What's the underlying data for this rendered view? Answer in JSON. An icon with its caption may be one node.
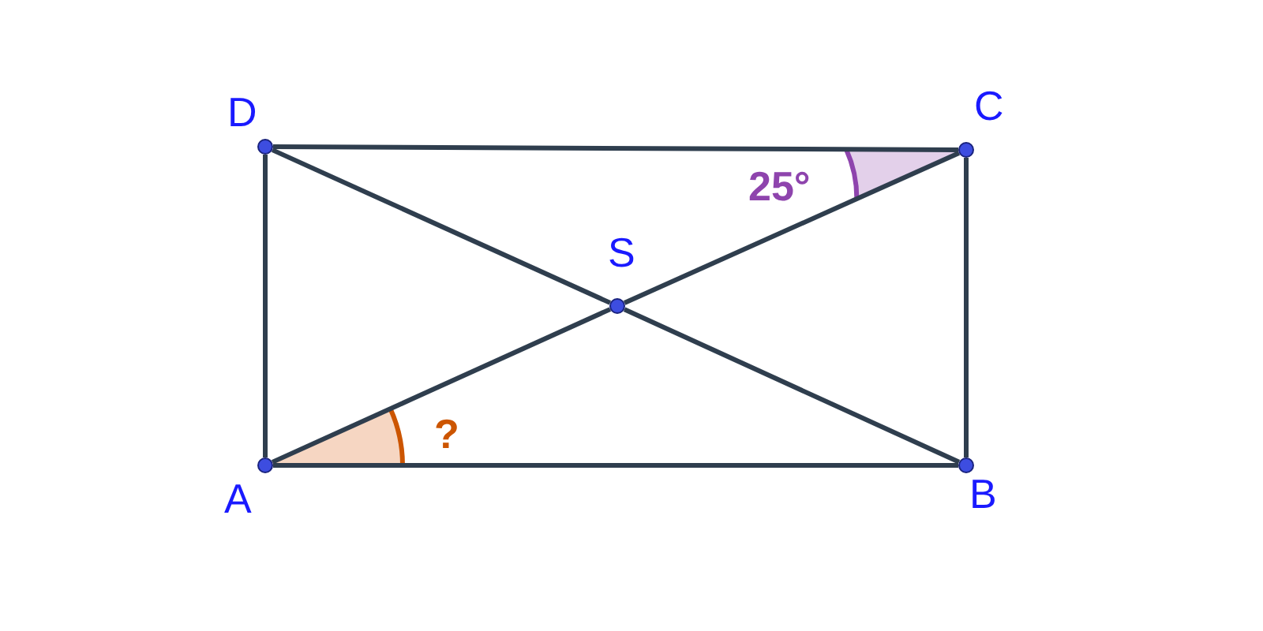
{
  "diagram": {
    "nodes": [
      {
        "text": [],
        "shape": "circle",
        "beside": [
          "D"
        ]
      },
      {
        "text": [],
        "shape": "circle",
        "beside": [
          "C"
        ]
      },
      {
        "text": [],
        "shape": "circle",
        "beside": [
          "S"
        ]
      },
      {
        "text": [],
        "shape": "circle",
        "beside": [
          "A"
        ]
      },
      {
        "text": [],
        "shape": "circle",
        "beside": [
          "B"
        ]
      }
    ],
    "edges": [
      {
        "from": 3,
        "to": 4,
        "arrow": "none"
      },
      {
        "from": 4,
        "to": 1,
        "arrow": "none"
      },
      {
        "from": 1,
        "to": 0,
        "arrow": "none"
      },
      {
        "from": 0,
        "to": 3,
        "arrow": "none"
      },
      {
        "from": 3,
        "to": 2,
        "arrow": "none"
      },
      {
        "from": 2,
        "to": 1,
        "arrow": "none"
      },
      {
        "from": 0,
        "to": 2,
        "arrow": "none"
      },
      {
        "from": 2,
        "to": 4,
        "arrow": "none"
      }
    ],
    "labels": [
      "25°",
      "?"
    ]
  }
}
